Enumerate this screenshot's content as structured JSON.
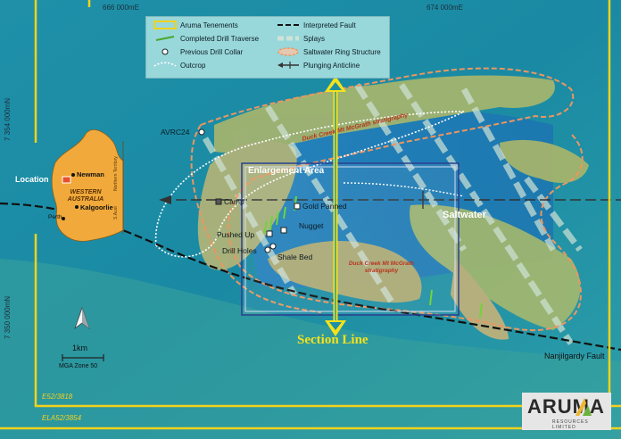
{
  "grid": {
    "easting_left": "666 000mE",
    "easting_right": "674 000mE",
    "northing_top": "7 354 000mN",
    "northing_bottom": "7 350 000mN"
  },
  "legend": {
    "aruma_tenements": "Aruma Tenements",
    "interpreted_fault": "Interpreted Fault",
    "completed_drill_traverse": "Completed Drill Traverse",
    "splays": "Splays",
    "previous_drill_collar": "Previous Drill Collar",
    "saltwater_ring_structure": "Saltwater Ring Structure",
    "outcrop": "Outcrop",
    "plunging_anticline": "Plunging Anticline"
  },
  "inset": {
    "location_label": "Location",
    "state_name": "WESTERN AUSTRALIA",
    "town_newman": "Newman",
    "town_kalgoorlie": "Kalgoorlie",
    "town_perth": "Perth",
    "nt_label": "Northern Territory",
    "sa_label": "S.Aust"
  },
  "labels": {
    "avrc24": "AVRC24",
    "enlargement_area": "Enlargement Area",
    "camp": "Camp",
    "gold_panned": "Gold Panned",
    "nugget": "Nugget",
    "pushed_up": "Pushed Up",
    "drill_holes": "Drill Holes",
    "shale_bed": "Shale Bed",
    "saltwater": "Saltwater",
    "duck_creek_upper": "Duck Creek Mt McGrath stratigraphy",
    "duck_creek_lower": "Duck Creek Mt McGrath stratigraphy",
    "section_line": "Section Line",
    "nanjilgardy_fault": "Nanjilgardy Fault"
  },
  "scale": {
    "bar_label": "1km",
    "zone_label": "MGA Zone 50"
  },
  "tenements": {
    "e52": "E52/3818",
    "ela52": "ELA52/3854"
  },
  "logo": {
    "name": "ARUMA",
    "subtitle": "RESOURCES LIMITED"
  },
  "colors": {
    "background": "#1c8fa6",
    "tenement_yellow": "#f2d21c",
    "section_line": "#f5e21a",
    "ring_structure": "#e9935a",
    "outcrop_green": "#9db86a"
  }
}
